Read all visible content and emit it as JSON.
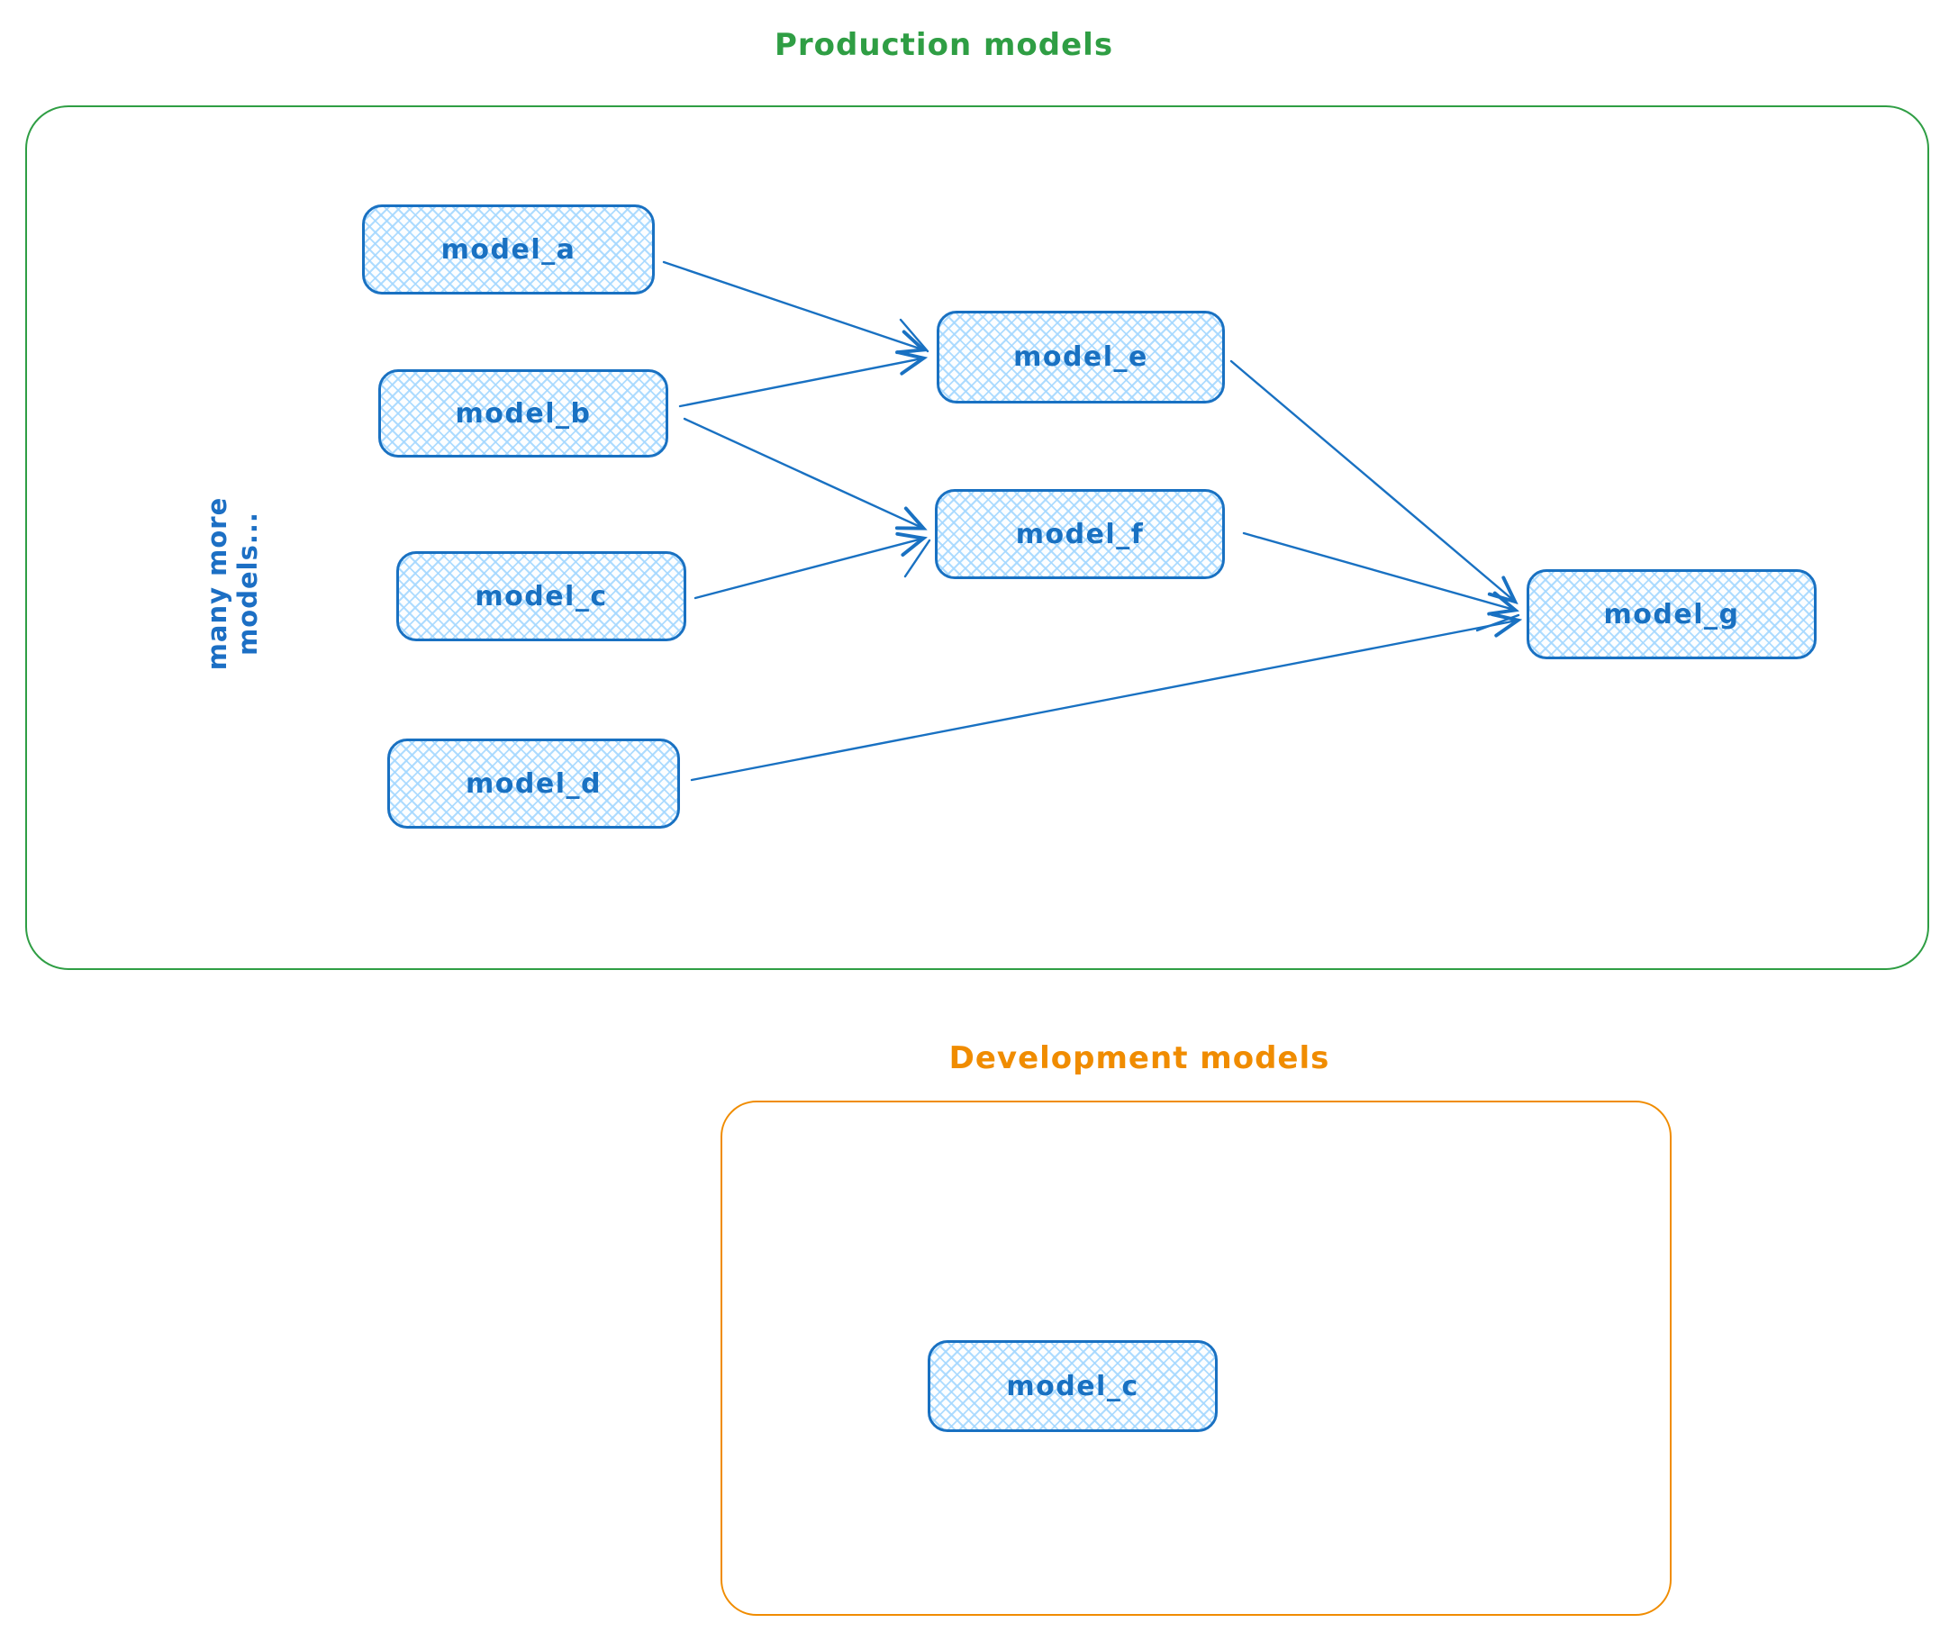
{
  "diagram": {
    "production": {
      "title": "Production models",
      "accent_color": "#2f9e44",
      "side_label": "many more models...",
      "nodes": [
        {
          "id": "model_a",
          "label": "model_a"
        },
        {
          "id": "model_b",
          "label": "model_b"
        },
        {
          "id": "model_c",
          "label": "model_c"
        },
        {
          "id": "model_d",
          "label": "model_d"
        },
        {
          "id": "model_e",
          "label": "model_e"
        },
        {
          "id": "model_f",
          "label": "model_f"
        },
        {
          "id": "model_g",
          "label": "model_g"
        }
      ],
      "edges": [
        {
          "from": "model_a",
          "to": "model_e"
        },
        {
          "from": "model_b",
          "to": "model_e"
        },
        {
          "from": "model_b",
          "to": "model_f"
        },
        {
          "from": "model_c",
          "to": "model_f"
        },
        {
          "from": "model_d",
          "to": "model_g"
        },
        {
          "from": "model_e",
          "to": "model_g"
        },
        {
          "from": "model_f",
          "to": "model_g"
        }
      ]
    },
    "development": {
      "title": "Development models",
      "accent_color": "#f08c00",
      "nodes": [
        {
          "id": "model_c_dev",
          "label": "model_c"
        }
      ],
      "edges": []
    },
    "node_style": {
      "stroke_color": "#1971c2",
      "fill_color": "#a5d8ff",
      "fill_style": "cross-hatch",
      "edge_color": "#1971c2"
    }
  }
}
